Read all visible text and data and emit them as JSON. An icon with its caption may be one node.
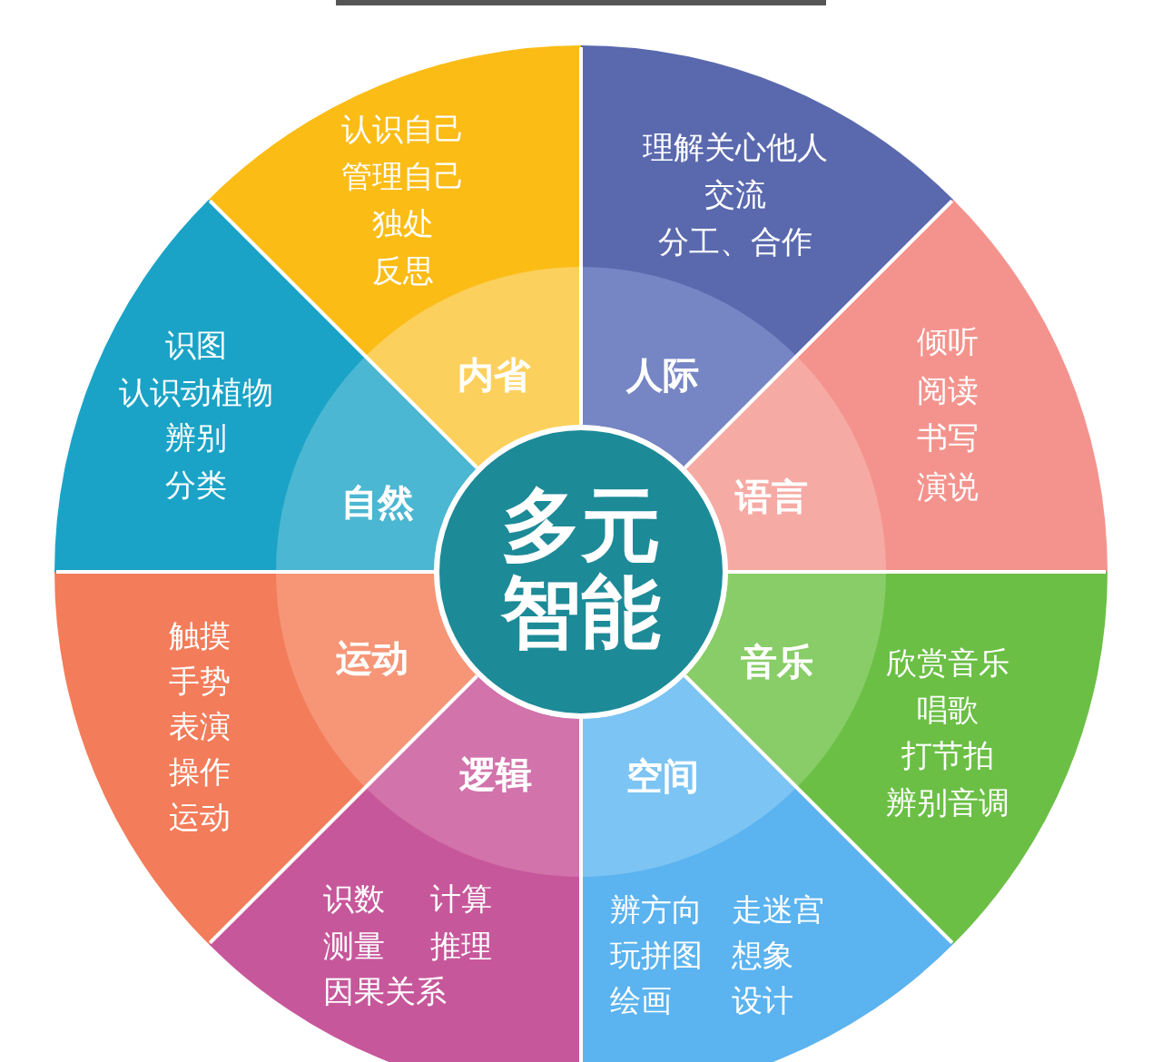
{
  "diagram": {
    "nodes": [
      {
        "text": [
          "多元智能"
        ]
      },
      {
        "text": [
          "内省",
          "认识自己",
          "管理自己",
          "独处",
          "反思"
        ]
      },
      {
        "text": [
          "人际",
          "理解关心他人",
          "交流",
          "分工、合作"
        ]
      },
      {
        "text": [
          "语言",
          "倾听",
          "阅读",
          "书写",
          "演说"
        ]
      },
      {
        "text": [
          "音乐",
          "欣赏音乐",
          "唱歌",
          "打节拍",
          "辨别音调"
        ]
      },
      {
        "text": [
          "空间",
          "辨方向",
          "走迷宫",
          "玩拼图",
          "想象",
          "绘画",
          "设计"
        ]
      },
      {
        "text": [
          "逻辑",
          "识数",
          "计算",
          "测量",
          "推理",
          "因果关系"
        ]
      },
      {
        "text": [
          "运动",
          "触摸",
          "手势",
          "表演",
          "操作",
          "运动"
        ]
      },
      {
        "text": [
          "自然",
          "识图",
          "认识动植物",
          "辨别",
          "分类"
        ]
      }
    ]
  }
}
